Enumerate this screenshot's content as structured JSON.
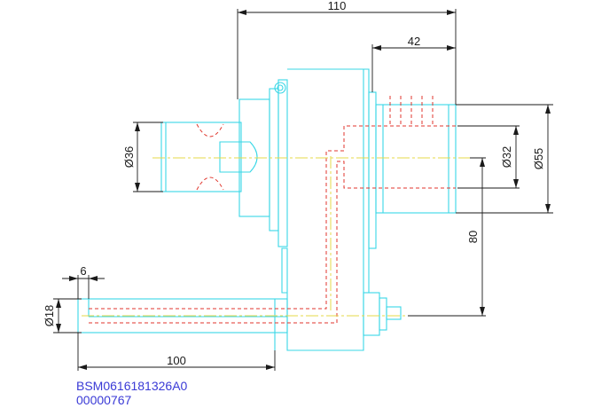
{
  "colors": {
    "part_outline": "#39d7e6",
    "dimension": "#1a1a1a",
    "hidden_line": "#e0362c",
    "center_line": "#e6d84a",
    "code_text": "#3a3ad6"
  },
  "dimensions": {
    "overall_length": "110",
    "output_length": "42",
    "bore_diameter": "Ø32",
    "flange_diameter": "Ø55",
    "body_diameter": "Ø36",
    "offset": "80",
    "shank_length": "100",
    "shank_diameter": "Ø18",
    "shank_step": "6"
  },
  "part_code": {
    "line1": "BSM0616181326A0",
    "line2": "00000767"
  }
}
